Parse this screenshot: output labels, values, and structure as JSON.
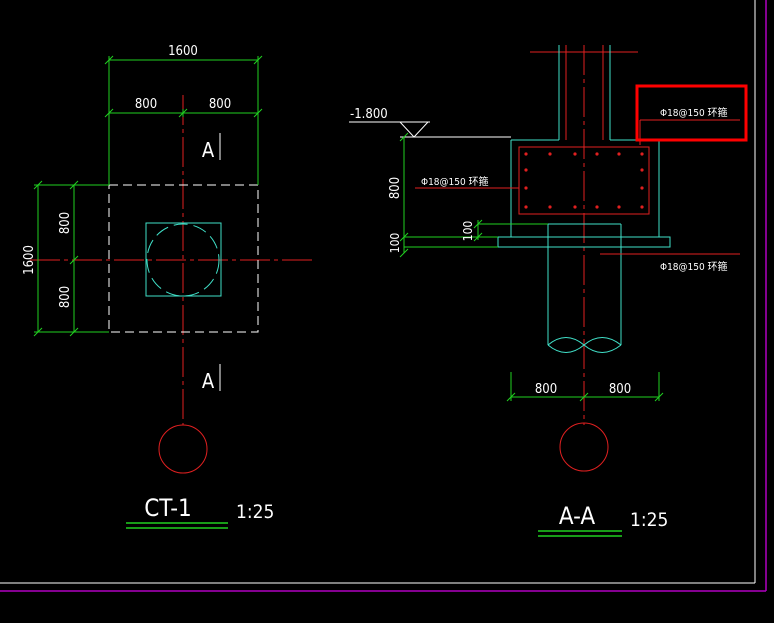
{
  "colors": {
    "background": "#000000",
    "dimension_green": "#20d020",
    "outline_cyan": "#40e0c8",
    "centerline_red": "#e02020",
    "rebar_red": "#e02020",
    "text_white": "#ffffff",
    "frame_purple": "#b000c0",
    "highlight_red": "#ff0000",
    "ground_white": "#ffffff"
  },
  "plan": {
    "dim_total_width": "1600",
    "dim_left": "800",
    "dim_right": "800",
    "dim_total_height": "1600",
    "dim_upper": "800",
    "dim_lower": "800",
    "section_mark_top": "A",
    "section_mark_bottom": "A",
    "title": "CT-1",
    "scale": "1:25"
  },
  "section": {
    "elevation": "-1.800",
    "dim_cap_height": "800",
    "dim_base": "100",
    "dim_embed": "100",
    "rebar_label_top": "Φ18@150 环箍",
    "rebar_label_mid": "Φ18@150 环箍",
    "rebar_label_bottom": "Φ18@150 环箍",
    "dim_left": "800",
    "dim_right": "800",
    "title": "A-A",
    "scale": "1:25"
  }
}
